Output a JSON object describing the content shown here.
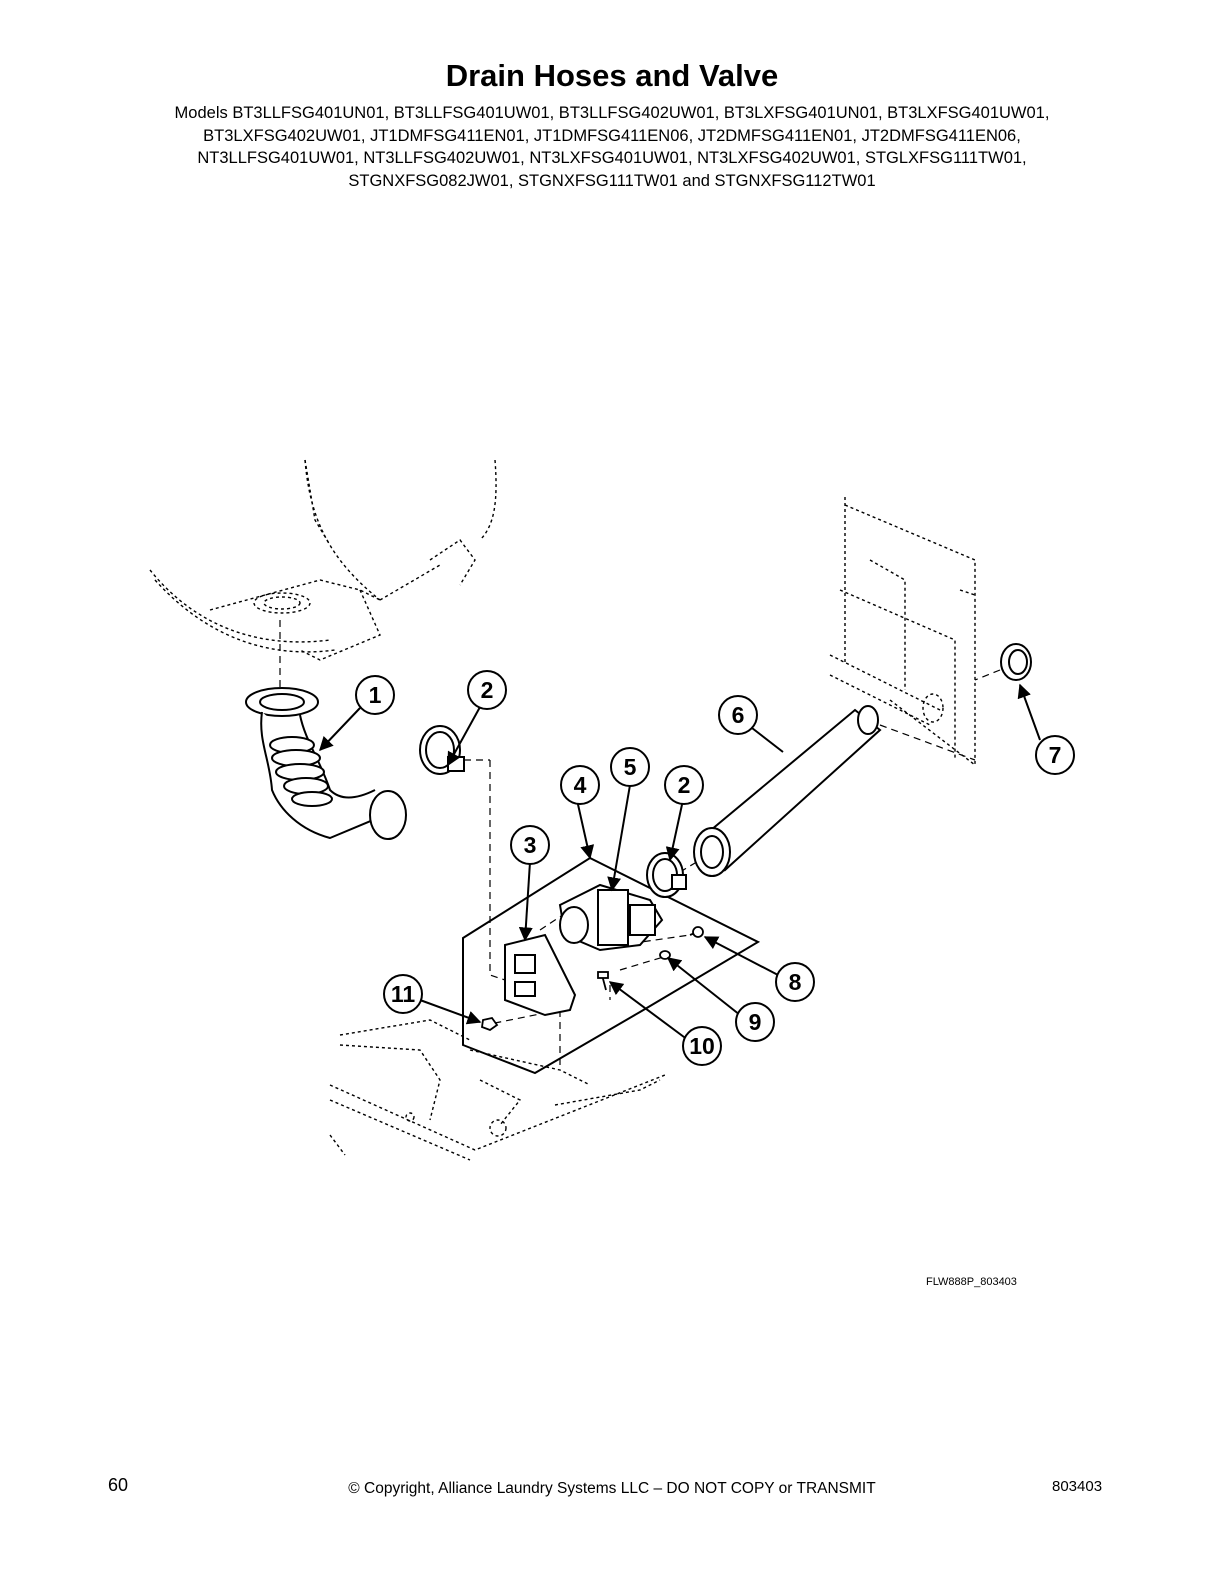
{
  "page": {
    "title": "Drain Hoses and Valve",
    "models_lines": [
      "Models BT3LLFSG401UN01, BT3LLFSG401UW01, BT3LLFSG402UW01, BT3LXFSG401UN01, BT3LXFSG401UW01,",
      "BT3LXFSG402UW01, JT1DMFSG411EN01, JT1DMFSG411EN06, JT2DMFSG411EN01, JT2DMFSG411EN06,",
      "NT3LLFSG401UW01, NT3LLFSG402UW01, NT3LXFSG401UW01, NT3LXFSG402UW01, STGLXFSG111TW01,",
      "STGNXFSG082JW01, STGNXFSG111TW01 and STGNXFSG112TW01"
    ]
  },
  "diagram": {
    "figure_ref": "FLW888P_803403",
    "callouts": [
      "1",
      "2",
      "2",
      "3",
      "4",
      "5",
      "6",
      "7",
      "8",
      "9",
      "10",
      "11"
    ]
  },
  "footer": {
    "page_number": "60",
    "copyright": "© Copyright, Alliance Laundry Systems LLC – DO NOT COPY or TRANSMIT",
    "doc_number": "803403"
  }
}
